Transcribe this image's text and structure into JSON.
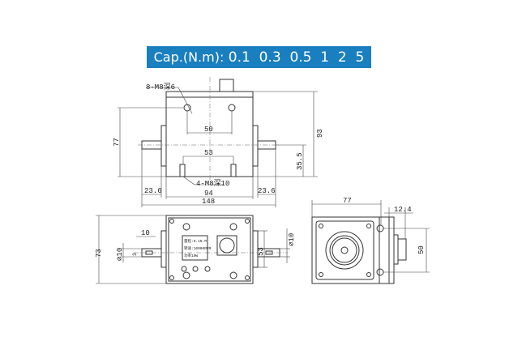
{
  "banner": {
    "label": "Cap.(N.m):",
    "values": "0.1  0.3  0.5  1  2  5"
  },
  "front_view": {
    "top_holes": "8-M8深6",
    "bottom_holes": "4-M8深10",
    "dims": {
      "hole_span_top": "50",
      "hole_span_bottom": "53",
      "height_total": "93",
      "height_body": "77",
      "shaft_height": "35.5",
      "shaft_left": "23.6",
      "shaft_right": "23.6",
      "body_width": "94",
      "overall_width": "148"
    }
  },
  "top_view": {
    "dims": {
      "height": "73",
      "shaft_dia_left": "⌀10",
      "key_width": "3",
      "key_length": "10",
      "flange": "53",
      "shaft_dia_right": "⌀10"
    },
    "nameplate": [
      "量程:0.1N.M",
      "转速:10000RPM",
      "功率10W"
    ]
  },
  "side_view": {
    "dims": {
      "width": "77",
      "connector": "12.4",
      "hole_span": "50"
    }
  },
  "colors": {
    "banner": "#1a7fbf"
  }
}
